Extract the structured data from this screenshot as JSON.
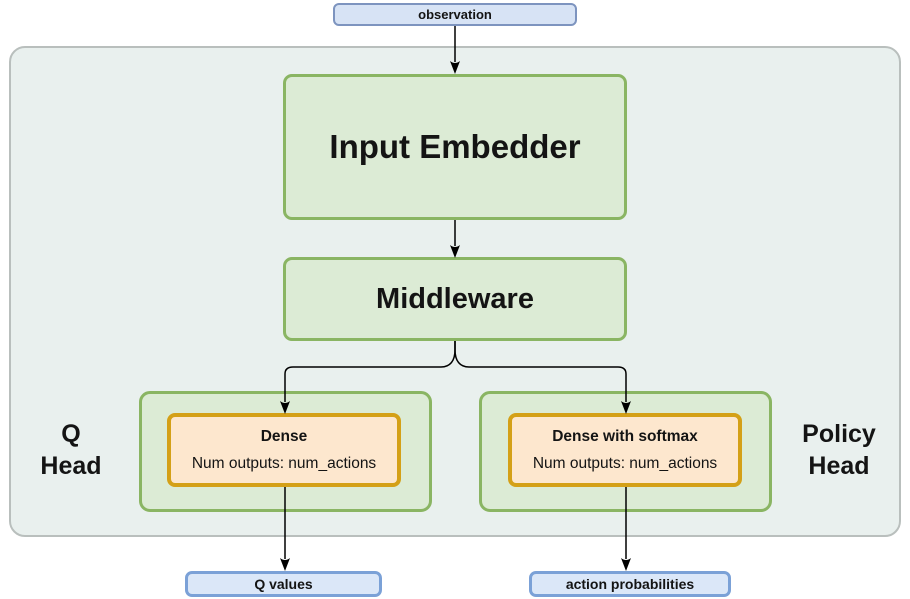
{
  "nodes": {
    "observation": "observation",
    "input_embedder": "Input Embedder",
    "middleware": "Middleware",
    "q_head": {
      "label_line1": "Q",
      "label_line2": "Head",
      "dense_title": "Dense",
      "dense_subtitle": "Num outputs: num_actions",
      "output": "Q values"
    },
    "policy_head": {
      "label_line1": "Policy",
      "label_line2": "Head",
      "dense_title": "Dense with softmax",
      "dense_subtitle": "Num outputs: num_actions",
      "output": "action probabilities"
    }
  },
  "colors": {
    "container_fill": "#e9f0ee",
    "container_border": "#b9bfbd",
    "green_fill": "#dcebd5",
    "green_border": "#8ab563",
    "orange_fill": "#fde7ce",
    "orange_border": "#d4a017",
    "blue_top_fill": "#d7e3f5",
    "blue_top_border": "#7d94bf",
    "blue_bottom_fill": "#dbe7f8",
    "blue_bottom_border": "#7ba1d7",
    "arrow_color": "#000000",
    "text_color": "#141414"
  }
}
